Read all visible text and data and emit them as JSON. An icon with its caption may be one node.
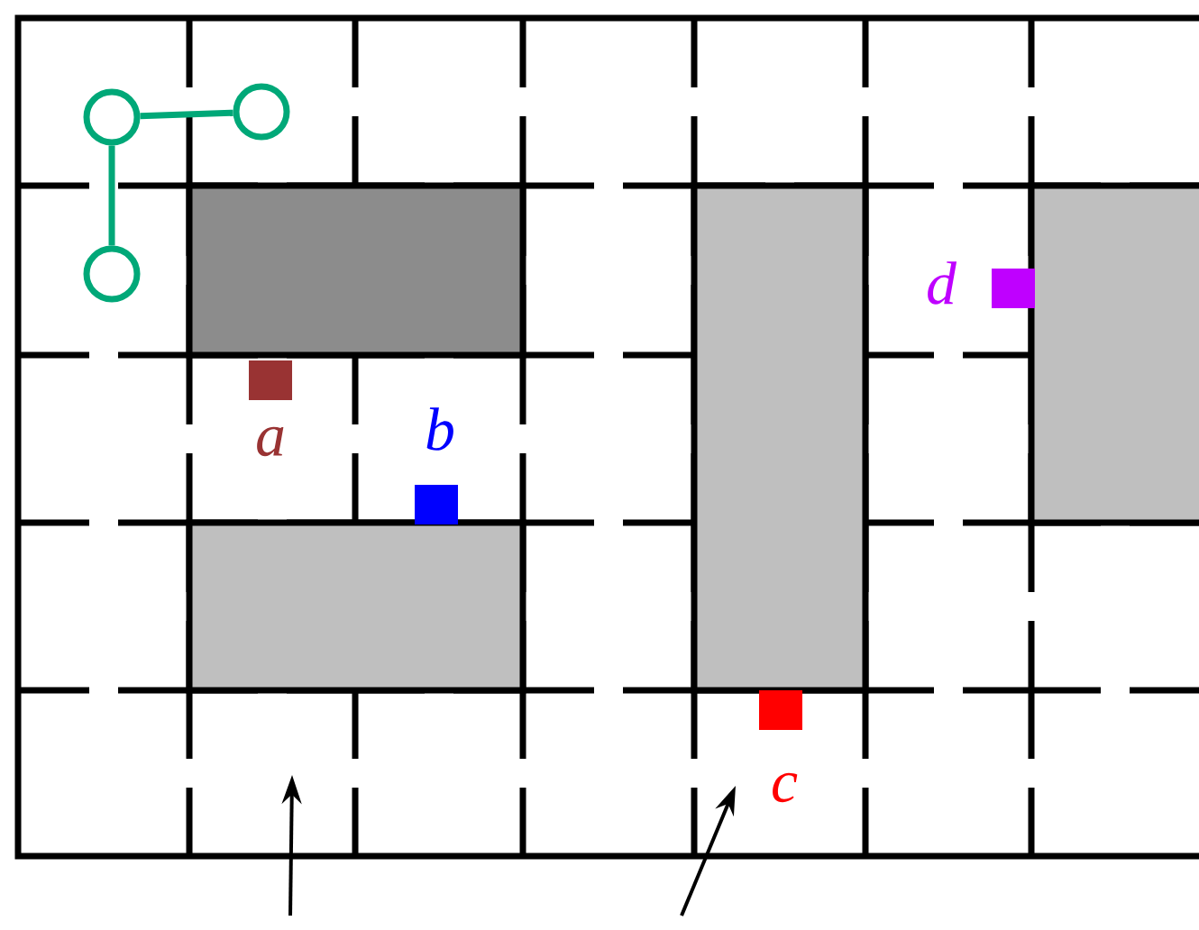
{
  "diagram": {
    "nodes": [
      {
        "text": [],
        "shape": "circle"
      },
      {
        "text": [],
        "shape": "circle"
      },
      {
        "text": [],
        "shape": "circle"
      }
    ],
    "edges": [
      {
        "from": 0,
        "to": 1,
        "arrow": "none"
      },
      {
        "from": 0,
        "to": 2,
        "arrow": "none"
      }
    ],
    "labels": [
      "a",
      "b",
      "c",
      "d"
    ]
  }
}
